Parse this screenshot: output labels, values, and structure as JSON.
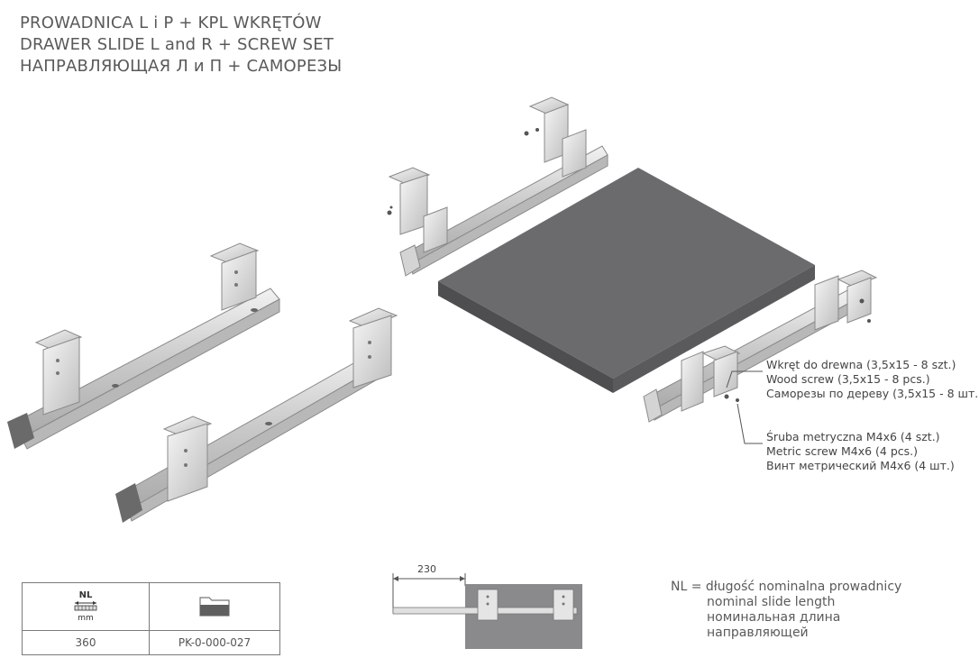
{
  "title": {
    "line_pl": "PROWADNICA L i P + KPL WKRĘTÓW",
    "line_en": "DRAWER SLIDE L and R + SCREW SET",
    "line_ru": "НАПРАВЛЯЮЩАЯ Л и П + САМОРЕЗЫ"
  },
  "callouts": {
    "wood_screw": {
      "pl": "Wkręt do drewna (3,5x15 - 8 szt.)",
      "en": "Wood screw (3,5x15 - 8 pcs.)",
      "ru": "Саморезы по дереву (3,5x15 - 8 шт.)"
    },
    "metric_screw": {
      "pl": "Śruba metryczna M4x6 (4 szt.)",
      "en": "Metric screw M4x6 (4 pcs.)",
      "ru": "Винт метрический M4x6 (4 шт.)"
    }
  },
  "spec_table": {
    "nl_icon_label": "NL",
    "nl_icon_unit": "mm",
    "length_value": "360",
    "code_value": "PK-0-000-027"
  },
  "dimension": {
    "label": "230"
  },
  "legend": {
    "pl": "NL = długość nominalna prowadnicy",
    "en": "nominal slide length",
    "ru": "номинальная длина",
    "ru2": "направляющей"
  },
  "icons": [
    "slide-length-icon",
    "folder-icon"
  ],
  "colors": {
    "text": "#5a5a5a",
    "board": "#6b6b6d",
    "metal": "#d9d9d9",
    "endcap": "#6a6a6a"
  }
}
